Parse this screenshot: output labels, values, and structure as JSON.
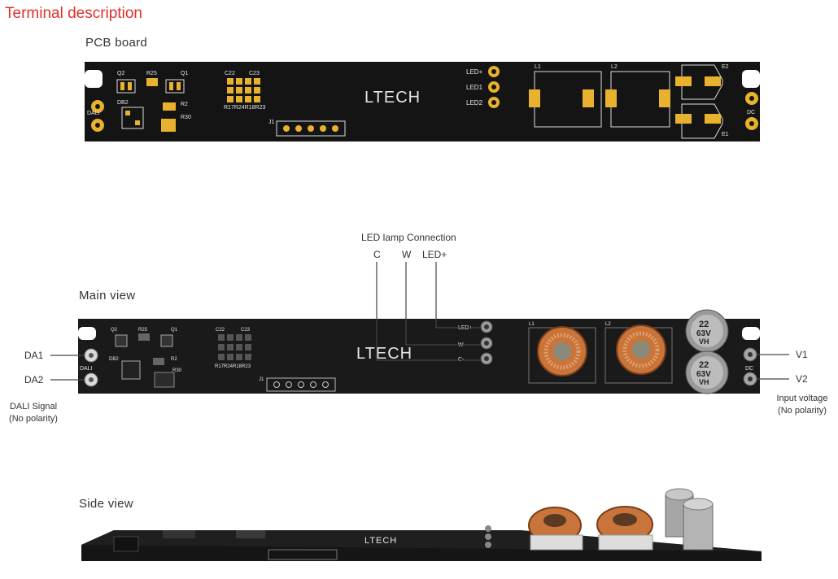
{
  "title": "Terminal description",
  "sections": {
    "pcb_board": "PCB board",
    "main_view": "Main view",
    "side_view": "Side view"
  },
  "brand": "LTECH",
  "led_connection": {
    "heading": "LED lamp Connection",
    "pins": [
      "C",
      "W",
      "LED+"
    ]
  },
  "left_terminals": {
    "da1": "DA1",
    "da2": "DA2",
    "caption_line1": "DALI Signal",
    "caption_line2": "(No polarity)"
  },
  "right_terminals": {
    "v1": "V1",
    "v2": "V2",
    "caption_line1": "Input voltage",
    "caption_line2": "(No polarity)"
  },
  "silkscreen": {
    "dali": "DALI",
    "dc": "DC",
    "q1": "Q1",
    "q2": "Q2",
    "r25": "R25",
    "r2": "R2",
    "r30": "R30",
    "db2": "DB2",
    "c22": "C22",
    "c23": "C23",
    "r_row": "R17R24R18R23",
    "j1": "J1",
    "led_plus": "LED+",
    "led1": "LED1",
    "led2": "LED2",
    "w_minus": "W-",
    "c_minus": "C-",
    "l1": "L1",
    "l2": "L2",
    "e1": "E1",
    "e2": "E2",
    "cap_value": "22",
    "cap_voltage": "63V",
    "cap_series": "VH"
  },
  "colors": {
    "title": "#e0312b",
    "board": "#141414",
    "pad": "#e8b12e",
    "silk": "#e6e6e6",
    "copper": "#c8743a"
  }
}
